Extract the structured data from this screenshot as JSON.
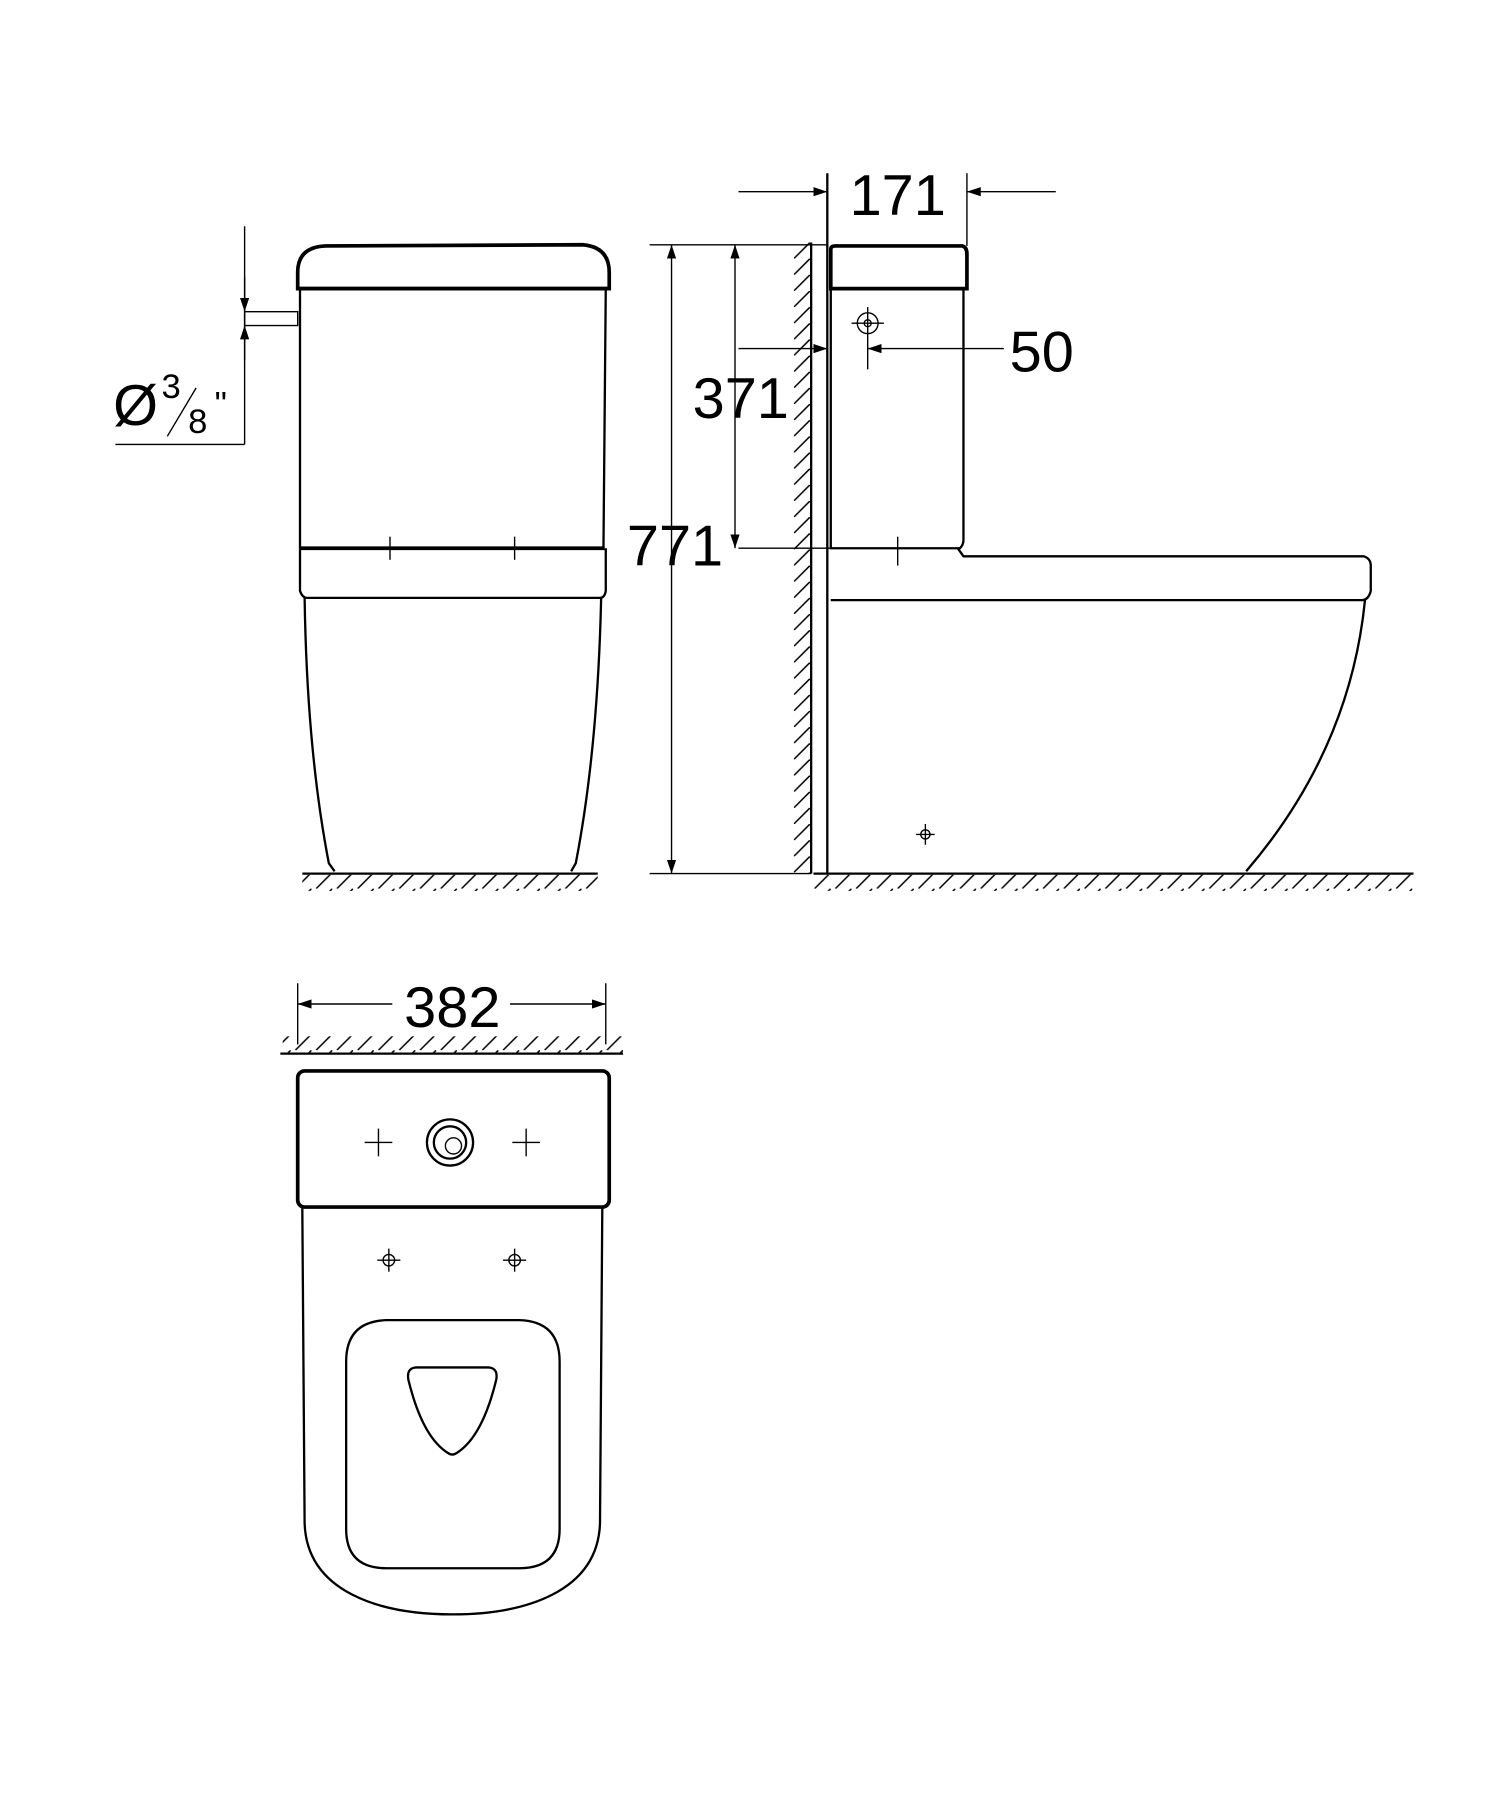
{
  "dimensions": {
    "tank_depth": "171",
    "inlet_offset": "50",
    "tank_height": "371",
    "total_height": "771",
    "width": "382",
    "inlet_diameter": {
      "symbol": "Ø",
      "numerator": "3",
      "denominator": "8",
      "unit": "\""
    }
  },
  "colors": {
    "line": "#000000",
    "background": "#ffffff"
  }
}
